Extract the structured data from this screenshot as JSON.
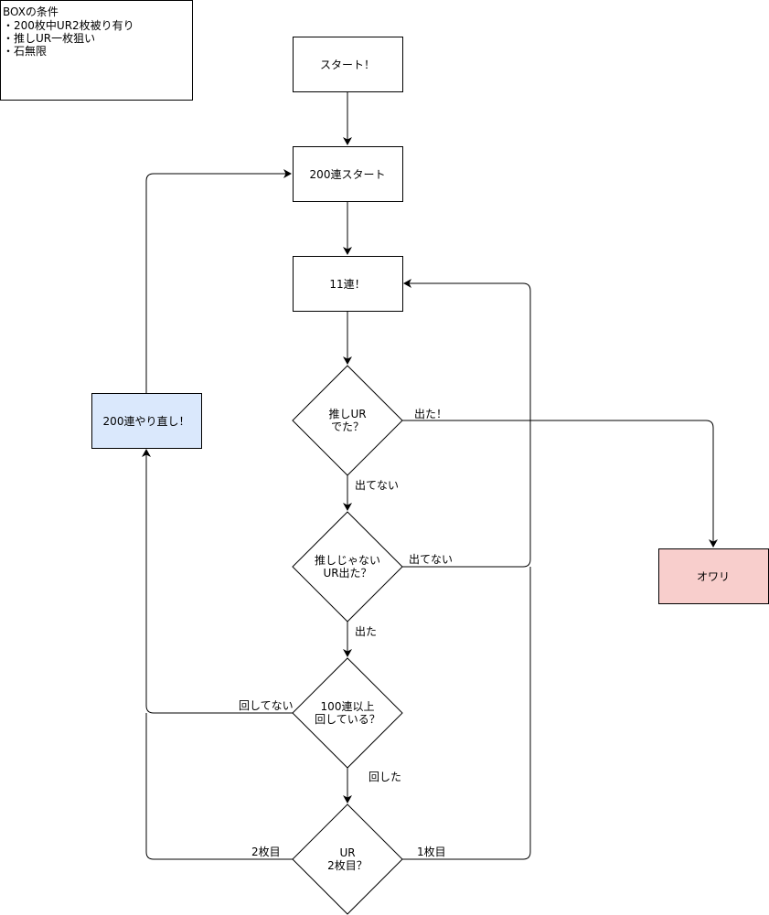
{
  "note": {
    "title": "BOXの条件",
    "lines": [
      "・200枚中UR2枚被り有り",
      "・推しUR一枚狙い",
      "・石無限"
    ]
  },
  "nodes": {
    "start": "スタート！",
    "start200": "200連スタート",
    "pull11": "11連！",
    "q_oshi": [
      "推しUR",
      "でた？"
    ],
    "q_other": [
      "推しじゃない",
      "UR出た？"
    ],
    "q_100": [
      "100連以上",
      "回している？"
    ],
    "q_second": [
      "UR",
      "2枚目？"
    ],
    "redo": "200連やり直し！",
    "end": "オワリ"
  },
  "edges": {
    "oshi_yes": "出た！",
    "oshi_no": "出てない",
    "other_no": "出てない",
    "other_yes": "出た",
    "hundred_no": "回してない",
    "hundred_yes": "回した",
    "second_yes": "2枚目",
    "second_no": "1枚目"
  },
  "colors": {
    "redo_fill": "#dae8fc",
    "redo_stroke": "#6c8ebf",
    "end_fill": "#f8cecc",
    "end_stroke": "#b85450"
  }
}
